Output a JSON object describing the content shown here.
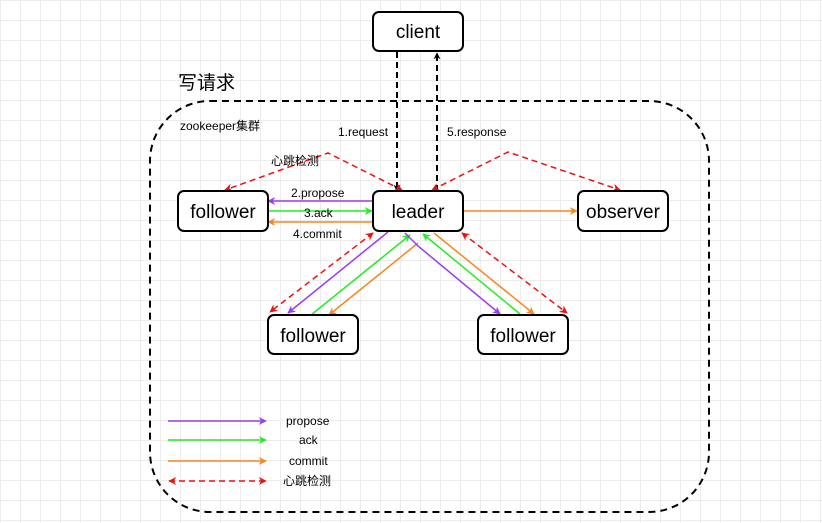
{
  "title": "写请求",
  "cluster_label": "zookeeper集群",
  "nodes": {
    "client": "client",
    "leader": "leader",
    "observer": "observer",
    "follower_left": "follower",
    "follower_bottom_left": "follower",
    "follower_bottom_right": "follower"
  },
  "edge_labels": {
    "request": "1.request",
    "response": "5.response",
    "heartbeat": "心跳检测",
    "propose": "2.propose",
    "ack": "3.ack",
    "commit": "4.commit"
  },
  "legend": {
    "propose": "propose",
    "ack": "ack",
    "commit": "commit",
    "heartbeat": "心跳检测"
  },
  "colors": {
    "propose": "#9b3cf0",
    "ack": "#22ee22",
    "commit": "#f5871e",
    "heartbeat": "#ee1111",
    "client_link": "#000000"
  }
}
